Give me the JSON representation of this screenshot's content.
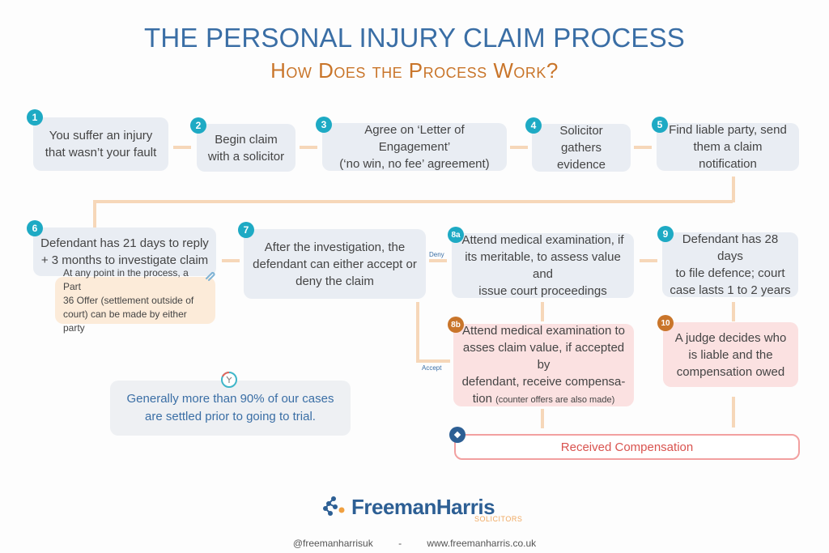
{
  "header": {
    "title": "THE PERSONAL INJURY CLAIM PROCESS",
    "subtitle": "How Does the Process Work?"
  },
  "steps": [
    {
      "badge": "1",
      "line1": "You suffer an injury",
      "line2": "that wasn’t your fault"
    },
    {
      "badge": "2",
      "line1": "Begin claim",
      "line2": "with a solicitor"
    },
    {
      "badge": "3",
      "line1": "Agree on ‘Letter of Engagement’",
      "line2": "(‘no win, no fee’ agreement)"
    },
    {
      "badge": "4",
      "line1": "Solicitor gathers",
      "line2": "evidence"
    },
    {
      "badge": "5",
      "line1": "Find liable party, send",
      "line2": "them a claim notification"
    },
    {
      "badge": "6",
      "line1": "Defendant has 21 days to reply",
      "line2": "+ 3 months to investigate claim"
    },
    {
      "badge": "7",
      "line1": "After the investigation, the",
      "line2": "defendant can either accept or",
      "line3": "deny the claim"
    },
    {
      "badge": "8a",
      "line1": "Attend medical examination, if",
      "line2": "its meritable, to assess value and",
      "line3": "issue court proceedings"
    },
    {
      "badge": "9",
      "line1": "Defendant has 28 days",
      "line2": "to file defence; court",
      "line3": "case lasts 1 to 2 years"
    },
    {
      "badge": "8b",
      "line1": "Attend medical examination to",
      "line2": "asses claim value, if accepted by",
      "line3": "defendant, receive compensa-",
      "line4_main": "tion ",
      "line4_small": "(counter offers are also made)"
    },
    {
      "badge": "10",
      "line1": "A judge decides who",
      "line2": "is liable and the",
      "line3": "compensation owed"
    }
  ],
  "note": {
    "line1": "At any point in the process, a Part",
    "line2": "36 Offer (settlement outside of",
    "line3": "court) can be made by either party"
  },
  "branch_labels": {
    "deny": "Deny",
    "accept": "Accept"
  },
  "final": {
    "badge_icon": "diamond-icon",
    "label": "Received Compensation"
  },
  "info": {
    "line1": "Generally more than 90% of our cases",
    "line2": "are settled prior to going to trial."
  },
  "brand": {
    "name": "FreemanHarris",
    "tagline": "SOLICITORS",
    "handle": "@freemanharrisuk",
    "separator": "-",
    "website": "www.freemanharris.co.uk"
  },
  "colors": {
    "title": "#3a6ea5",
    "subtitle": "#c9752a",
    "badge": "#1eaac4",
    "badge_alt": "#c9752a",
    "connector": "#f6d7b9",
    "final_border": "#f2a0a0"
  }
}
